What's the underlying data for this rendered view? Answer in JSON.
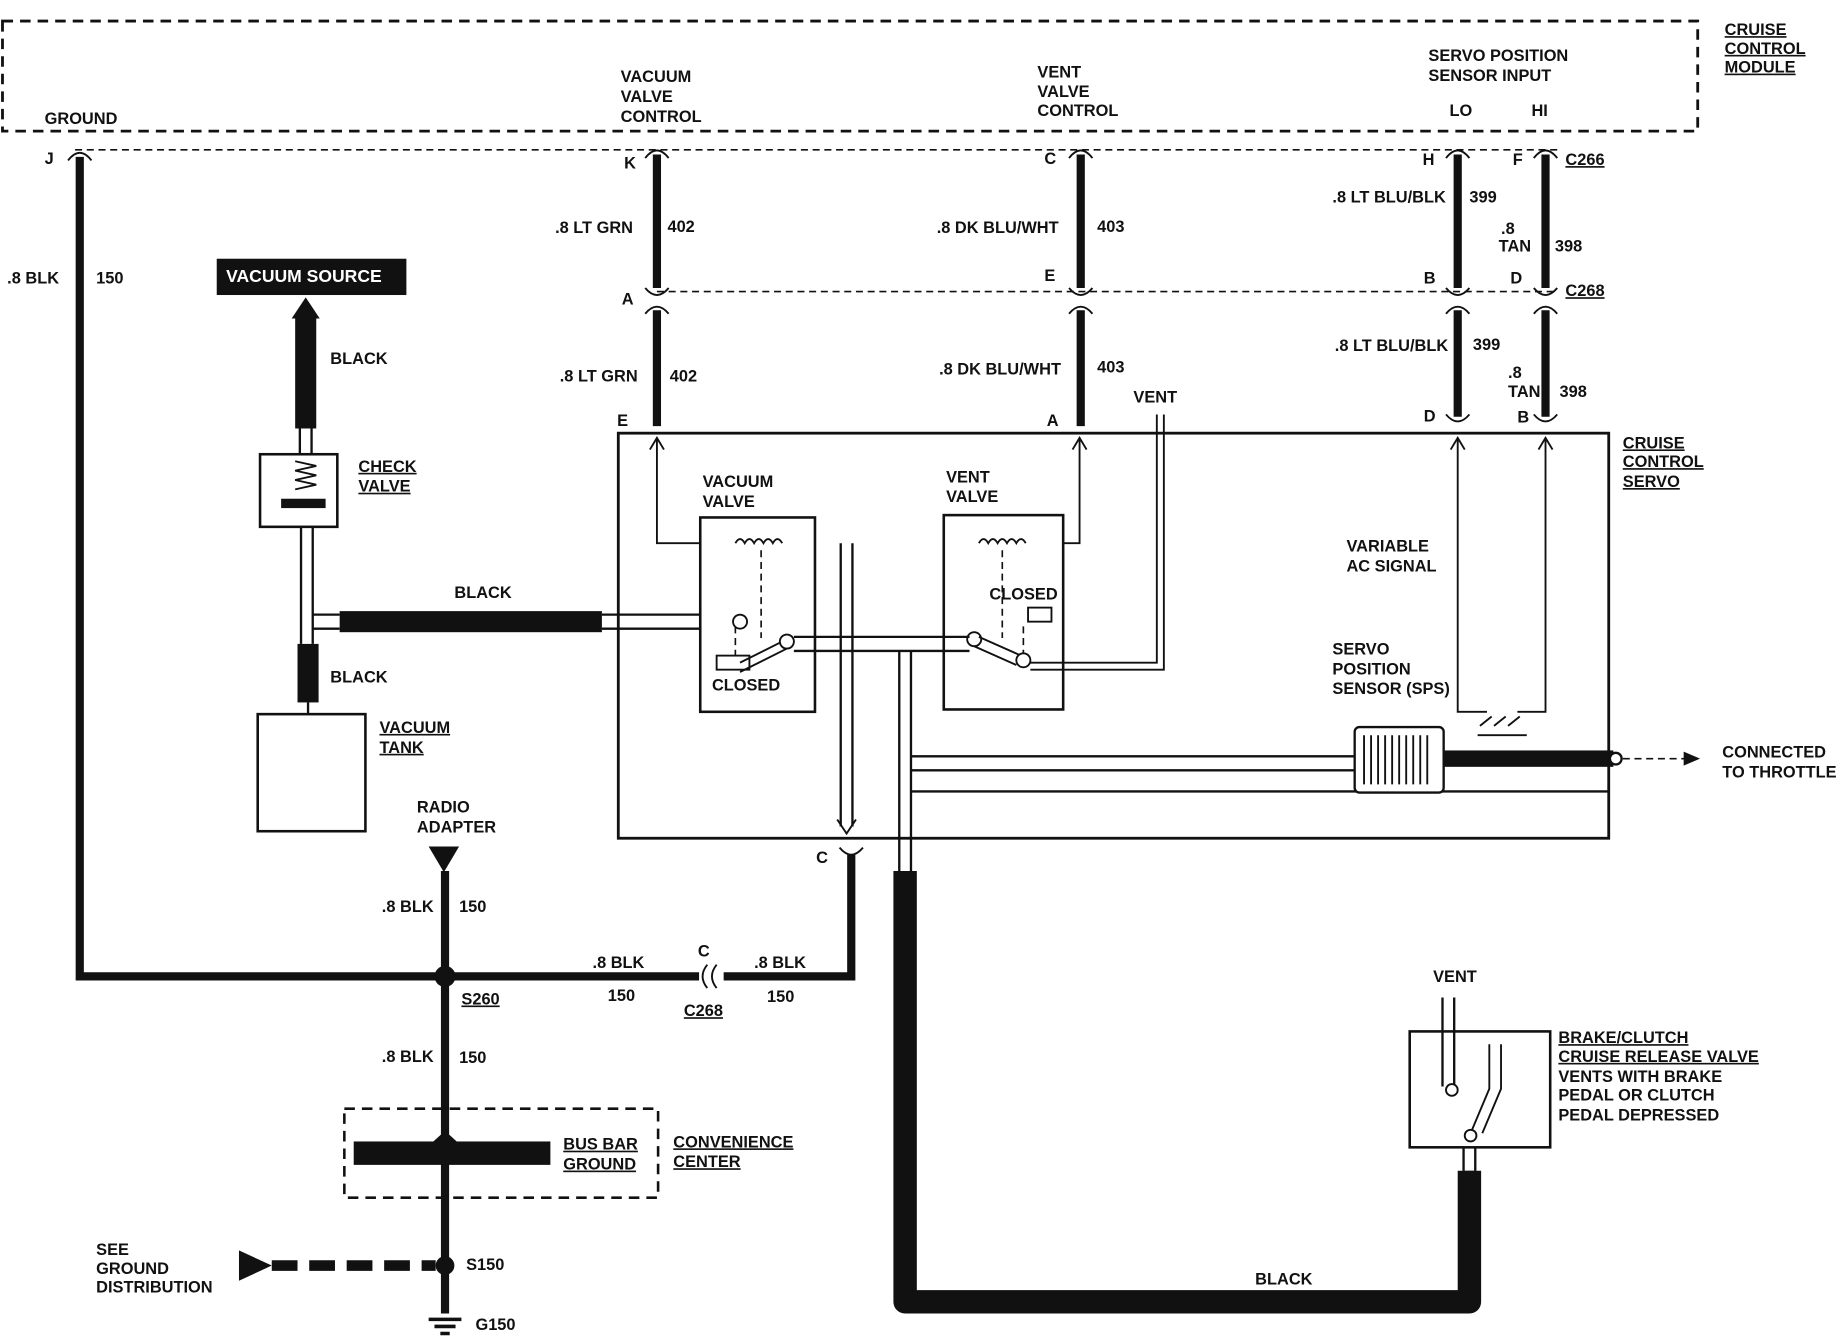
{
  "colors": {
    "line": "#111111",
    "background": "#ffffff"
  },
  "module": {
    "name_lines": [
      "CRUISE",
      "CONTROL",
      "MODULE"
    ],
    "ground": "GROUND",
    "vacuum_valve_control": [
      "VACUUM",
      "VALVE",
      "CONTROL"
    ],
    "vent_valve_control": [
      "VENT",
      "VALVE",
      "CONTROL"
    ],
    "sps_input": [
      "SERVO POSITION",
      "SENSOR INPUT"
    ],
    "lo": "LO",
    "hi": "HI"
  },
  "pins": {
    "j": "J",
    "k": "K",
    "c": "C",
    "h": "H",
    "f": "F",
    "a": "A",
    "e": "E",
    "b": "B",
    "d": "D"
  },
  "connectors": {
    "c266": "C266",
    "c268": "C268"
  },
  "wires": {
    "blk": ".8 BLK",
    "ltgrn": ".8 LT GRN",
    "dkbluwht": ".8 DK BLU/WHT",
    "ltblublk": ".8 LT BLU/BLK",
    "tan": ".8",
    "tan_color": "TAN",
    "c150": "150",
    "c402": "402",
    "c403": "403",
    "c399": "399",
    "c398": "398"
  },
  "vacuum": {
    "source": "VACUUM SOURCE",
    "black": "BLACK",
    "check_valve": [
      "CHECK",
      "VALVE"
    ],
    "tank": [
      "VACUUM",
      "TANK"
    ]
  },
  "servo": {
    "name_lines": [
      "CRUISE",
      "CONTROL",
      "SERVO"
    ],
    "vent": "VENT",
    "vacuum_valve": [
      "VACUUM",
      "VALVE"
    ],
    "vent_valve": [
      "VENT",
      "VALVE"
    ],
    "closed": "CLOSED",
    "variable_ac": [
      "VARIABLE",
      "AC SIGNAL"
    ],
    "sps": [
      "SERVO",
      "POSITION",
      "SENSOR (SPS)"
    ],
    "connected": [
      "CONNECTED",
      "TO THROTTLE"
    ]
  },
  "ground": {
    "radio_adapter": [
      "RADIO",
      "ADAPTER"
    ],
    "s260": "S260",
    "bus_bar": [
      "BUS BAR",
      "GROUND"
    ],
    "convenience": [
      "CONVENIENCE",
      "CENTER"
    ],
    "see_ground": [
      "SEE",
      "GROUND",
      "DISTRIBUTION"
    ],
    "s150": "S150",
    "g150": "G150"
  },
  "release_valve": {
    "vent": "VENT",
    "lines": [
      "BRAKE/CLUTCH",
      "CRUISE RELEASE VALVE",
      "VENTS WITH BRAKE",
      "PEDAL OR CLUTCH",
      "PEDAL DEPRESSED"
    ],
    "black": "BLACK"
  }
}
